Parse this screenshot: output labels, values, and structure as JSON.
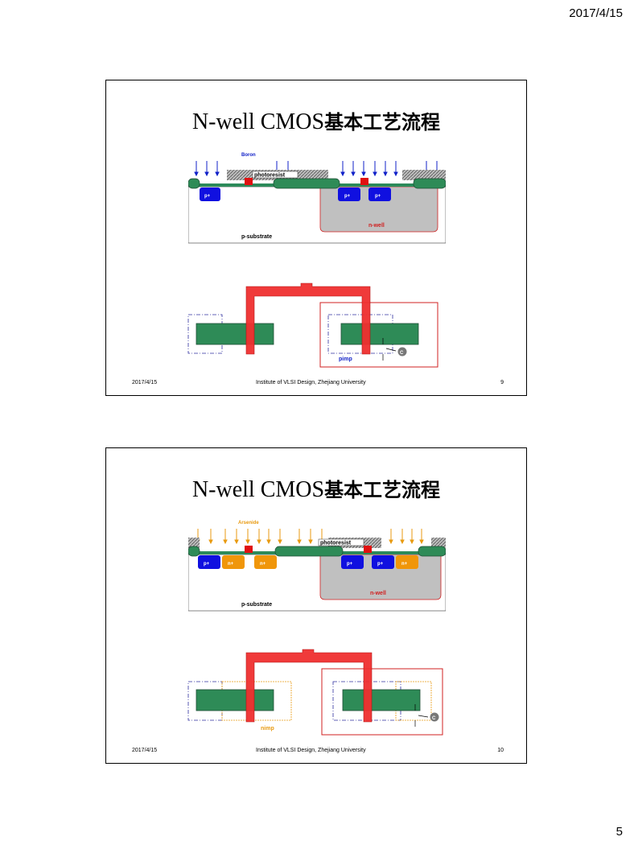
{
  "page": {
    "date": "2017/4/15",
    "number": "5"
  },
  "slides": [
    {
      "title_latin": "N-well CMOS",
      "title_cjk": "基本工艺流程",
      "dopant_label": "Boron",
      "photoresist_label": "photoresist",
      "regions": [
        "p+",
        "p+",
        "p+"
      ],
      "n_well_label": "n-well",
      "substrate_label": "p-substrate",
      "implant_label": "pimp",
      "c_label": "C",
      "footer": {
        "date": "2017/4/15",
        "institute": "Institute of VLSI Design, Zhejiang University",
        "number": "9"
      },
      "colors": {
        "dopant": "#1020c8",
        "diffusion_p": "#1010e0"
      }
    },
    {
      "title_latin": "N-well CMOS",
      "title_cjk": "基本工艺流程",
      "dopant_label": "Arsenide",
      "photoresist_label": "photoresist",
      "regions": [
        "p+",
        "n+",
        "n+",
        "p+",
        "p+",
        "n+"
      ],
      "n_well_label": "n-well",
      "substrate_label": "p-substrate",
      "implant_label": "nimp",
      "c_label": "C",
      "footer": {
        "date": "2017/4/15",
        "institute": "Institute of VLSI Design, Zhejiang University",
        "number": "10"
      },
      "colors": {
        "dopant": "#e89a10",
        "diffusion_n": "#f0960a"
      }
    }
  ]
}
